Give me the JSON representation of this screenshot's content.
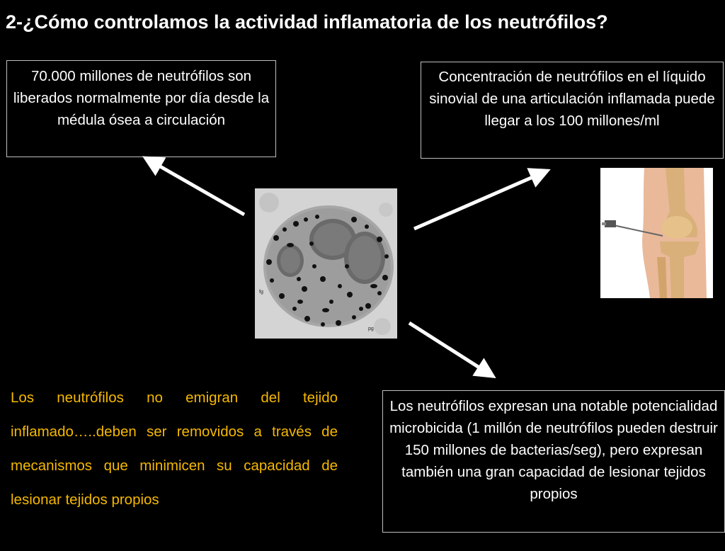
{
  "slide": {
    "title": "2-¿Cómo controlamos la actividad inflamatoria de los neutrófilos?",
    "box_top_left": "70.000 millones de neutrófilos son liberados normalmente por día desde la médula ósea a circulación",
    "box_top_right": "Concentración de neutrófilos en el líquido sinovial de una articulación inflamada puede llegar a los 100 millones/ml",
    "box_bottom_right": "Los neutrófilos expresan una notable potencialidad microbicida (1 millón de neutrófilos pueden destruir 150 millones de bacterias/seg), pero expresan también una gran capacidad de lesionar tejidos propios",
    "bottom_left_text": "Los neutrófilos no emigran del tejido inflamado…..deben ser removidos a través de mecanismos que minimicen su capacidad de lesionar tejidos propios"
  },
  "figure_labels": {
    "label_fg": "fg",
    "label_pg": "pg"
  },
  "colors": {
    "background": "#000000",
    "text": "#ffffff",
    "accent_text": "#f5b800",
    "box_border": "#bfbfbf"
  }
}
